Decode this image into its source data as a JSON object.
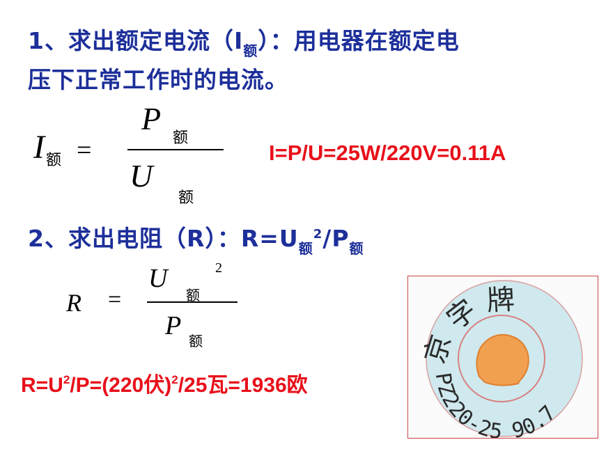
{
  "line1": {
    "prefix": "1、求出额定电流（I",
    "sub": "额",
    "suffix": "）：用电器在额定电"
  },
  "line2": {
    "text": "压下正常工作时的电流。"
  },
  "formula1": {
    "lhs": "I",
    "lhs_sub": "额",
    "equals": "=",
    "num": "P",
    "num_sub": "额",
    "den": "U",
    "den_sub": "额"
  },
  "calc1": "I=P/U=25W/220V=0.11A",
  "line3": {
    "prefix": "2、求出电阻（R）：R=U",
    "sub1": "额",
    "sup": "2",
    "mid": "/P",
    "sub2": "额"
  },
  "formula2": {
    "lhs": "R",
    "equals": "=",
    "num": "U",
    "num_sub": "额",
    "exp": "2",
    "den": "P",
    "den_sub": "额"
  },
  "calc2": {
    "a": "R=U",
    "sup1": "2",
    "b": "/P=(220伏)",
    "sup2": "2",
    "c": "/25瓦=1936欧"
  },
  "bulb_label": {
    "top": "京 字 牌",
    "bottom": "PZ220-25 90.7"
  },
  "colors": {
    "blue": "#1d2f9a",
    "red": "#e8101a",
    "bulb_bg": "#cfe9ee",
    "bulb_center": "#f0a050"
  }
}
